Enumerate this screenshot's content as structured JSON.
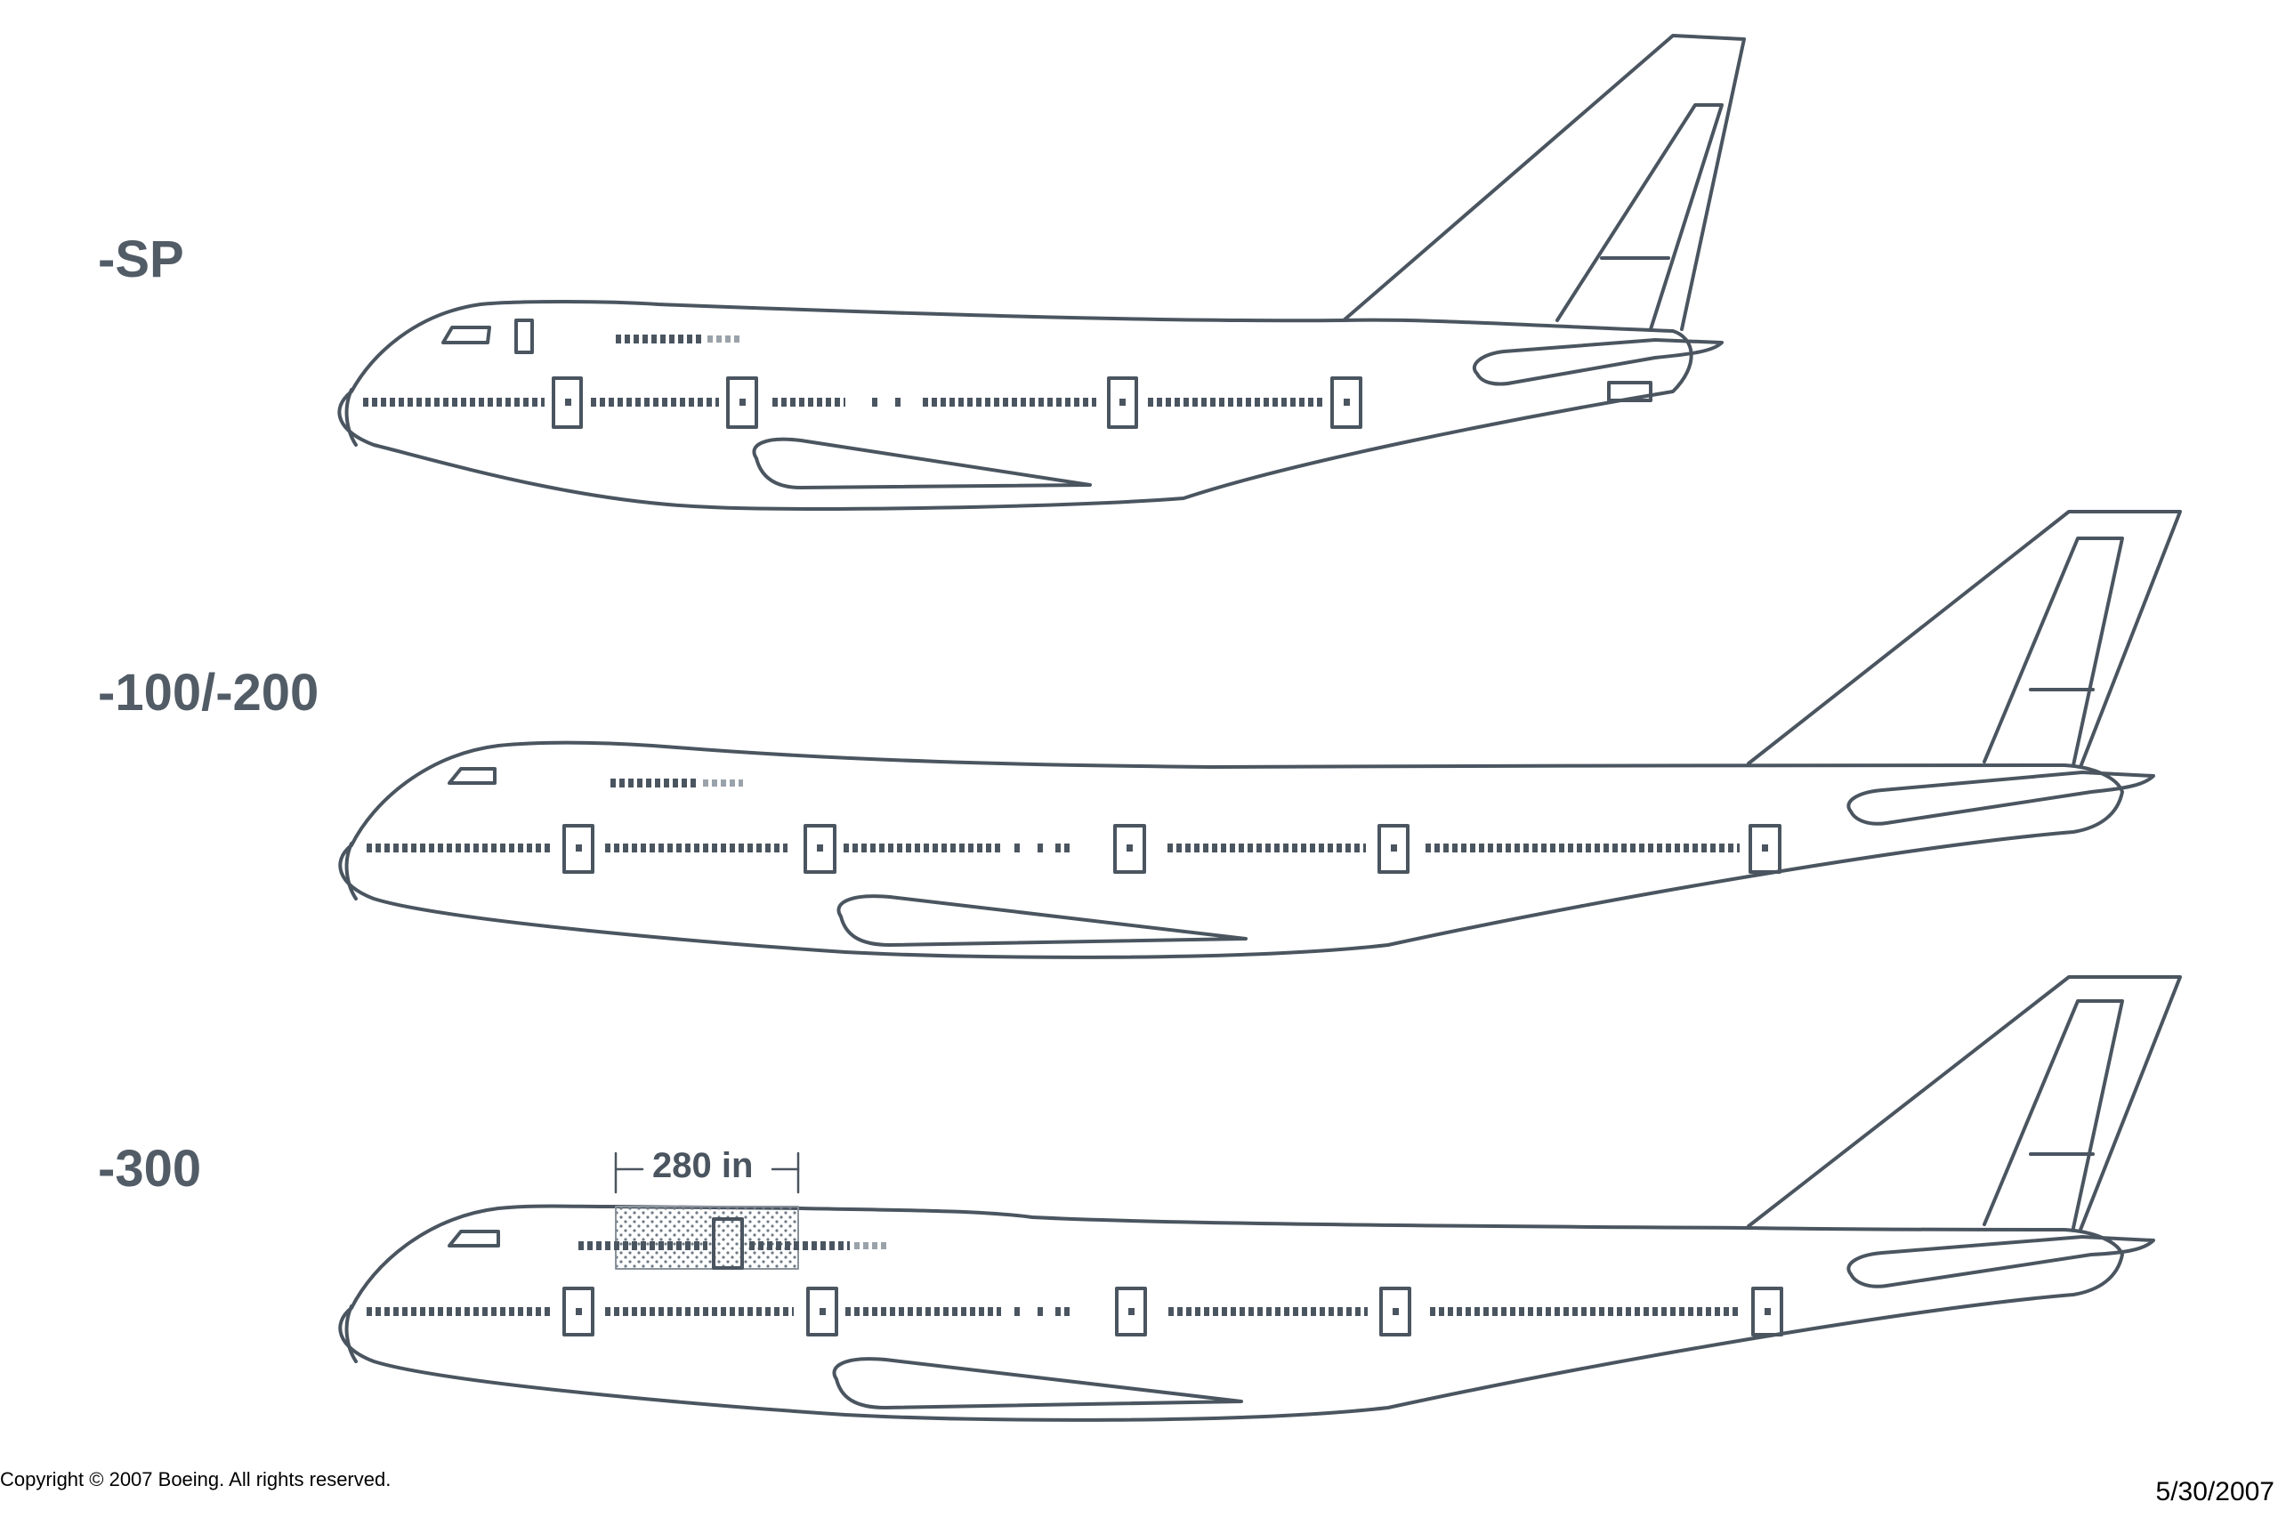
{
  "variants": [
    {
      "label": "-SP"
    },
    {
      "label": "-100/-200"
    },
    {
      "label": "-300"
    }
  ],
  "dimension": {
    "label": "280 in"
  },
  "footer": {
    "copyright": "Copyright © 2007 Boeing. All rights reserved.",
    "date": "5/30/2007"
  },
  "colors": {
    "line": "#4a5560",
    "stipple": "#8a939b"
  }
}
